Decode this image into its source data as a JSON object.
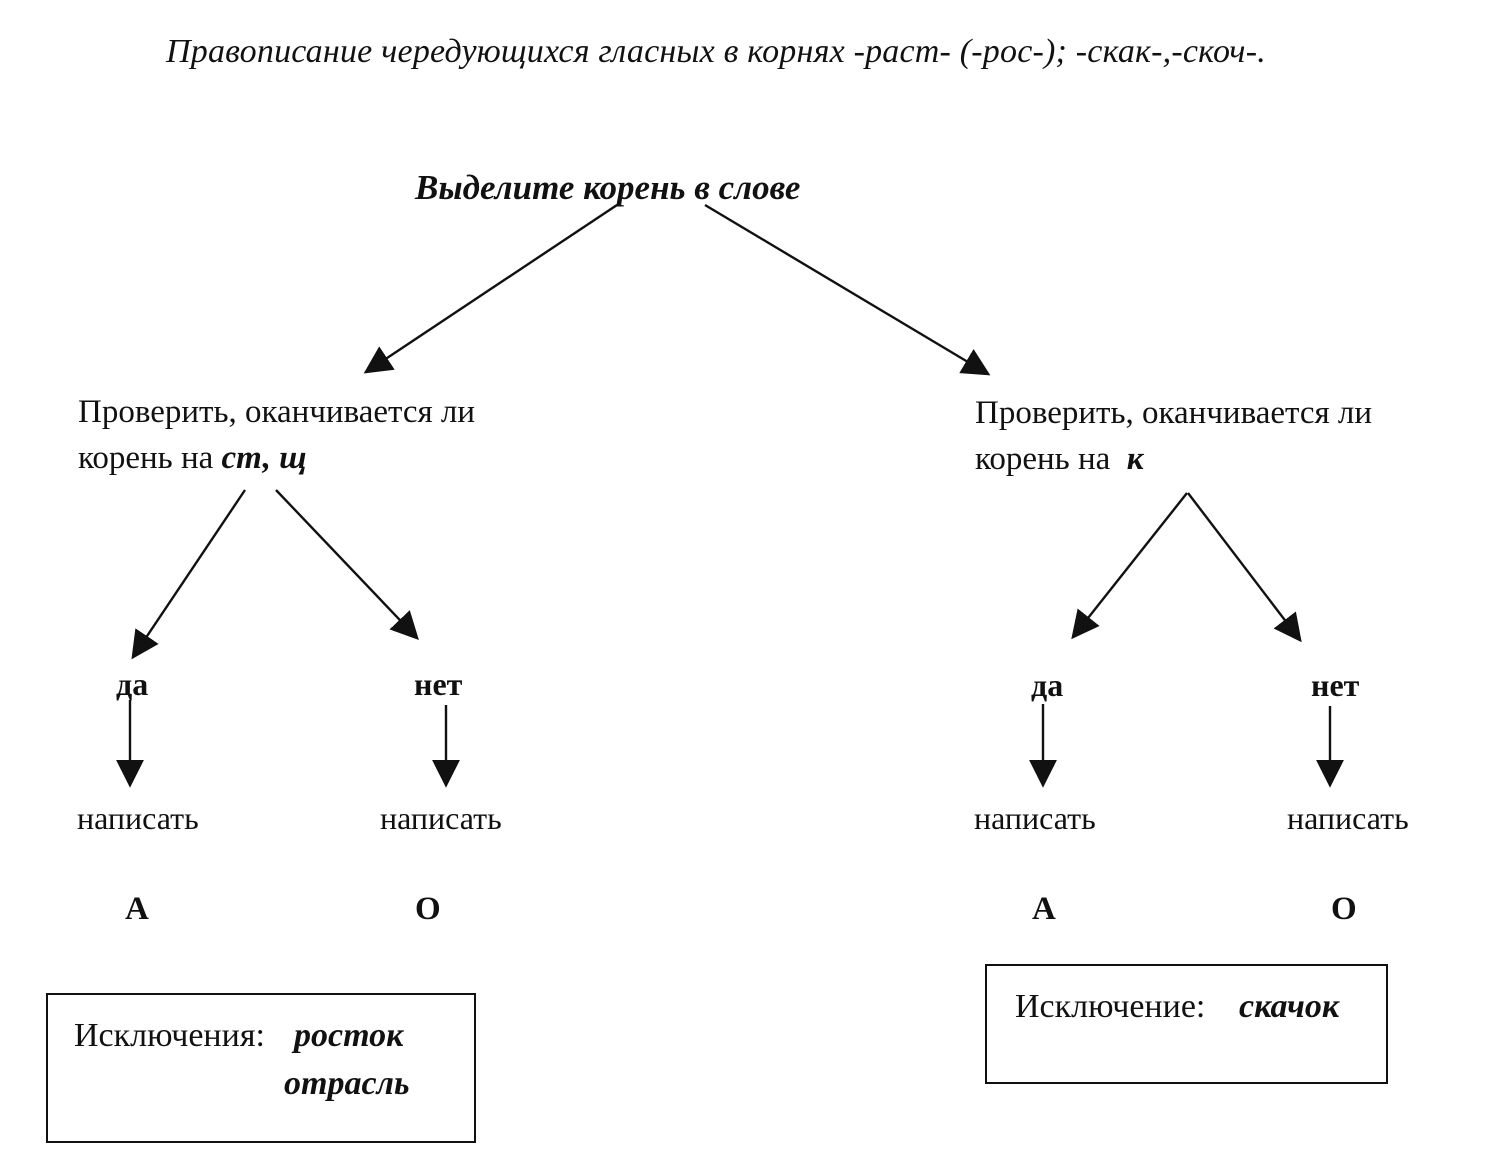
{
  "title": "Правописание чередующихся гласных в корнях -раст- (-рос-); -скак-,-скоч-.",
  "root": "Выделите корень в слове",
  "left": {
    "question": "Проверить, оканчивается ли",
    "question_line2": "корень на ",
    "marker": "ст, щ",
    "yes": "да",
    "no": "нет",
    "yes_action": "написать",
    "no_action": "написать",
    "yes_vowel": "А",
    "no_vowel": "О",
    "exception_label": "Исключения: ",
    "exception_words": [
      "росток",
      "отрасль"
    ]
  },
  "right": {
    "question": "Проверить, оканчивается ли",
    "question_line2": "корень на  ",
    "marker": "к",
    "yes": "да",
    "no": "нет",
    "yes_action": "написать",
    "no_action": "написать",
    "yes_vowel": "А",
    "no_vowel": "О",
    "exception_label": "Исключение: ",
    "exception_words": [
      "скачок"
    ]
  }
}
